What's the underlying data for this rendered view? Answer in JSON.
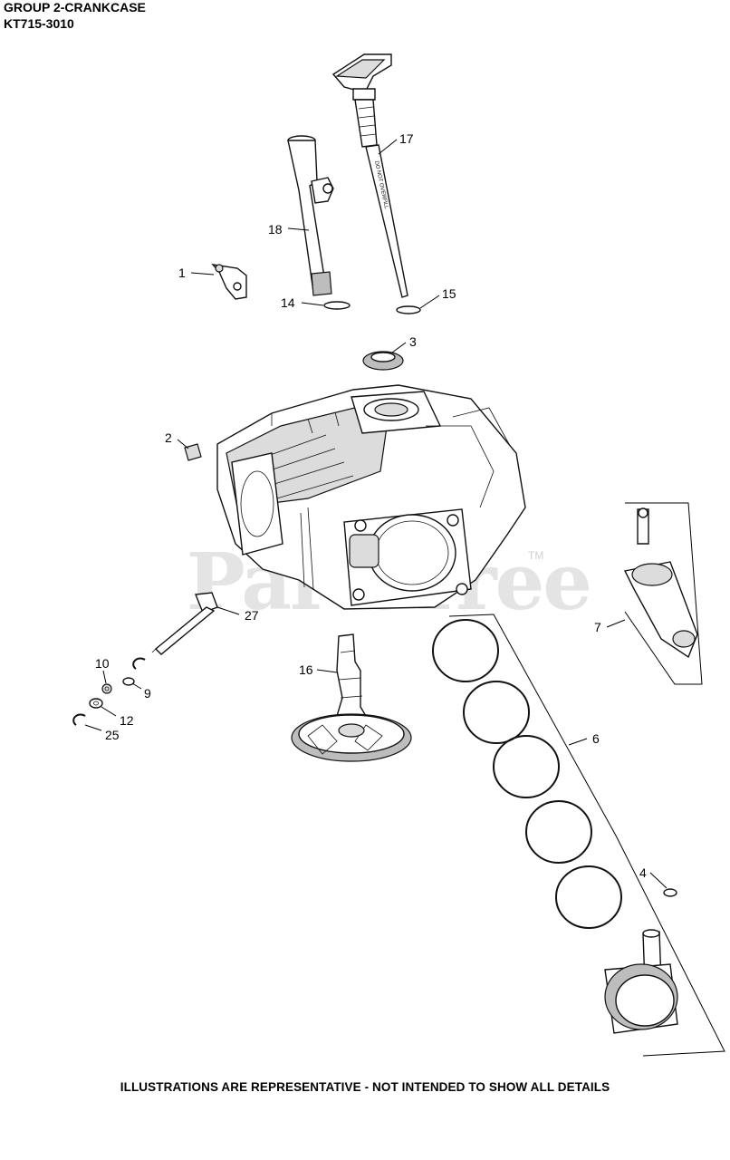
{
  "header": {
    "group_title": "GROUP 2-CRANKCASE",
    "model": "KT715-3010"
  },
  "footer": "ILLUSTRATIONS ARE REPRESENTATIVE - NOT INTENDED TO SHOW ALL DETAILS",
  "watermark": {
    "text": "PartsTree",
    "tm": "TM"
  },
  "dipstick_text": "DO NOT OVERFILL",
  "callouts": [
    "1",
    "2",
    "3",
    "4",
    "6",
    "7",
    "9",
    "10",
    "12",
    "14",
    "15",
    "16",
    "17",
    "18",
    "25",
    "27"
  ]
}
